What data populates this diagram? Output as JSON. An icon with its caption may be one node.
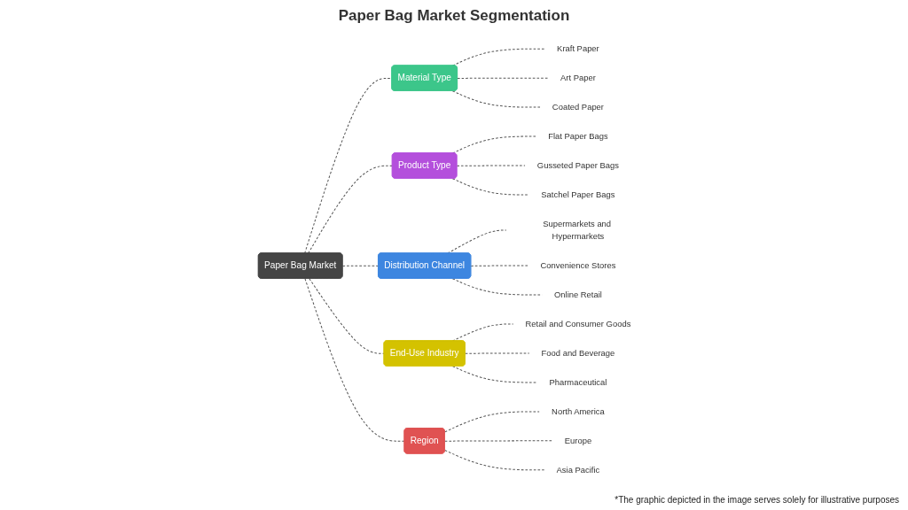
{
  "diagram": {
    "title": "Paper Bag Market Segmentation",
    "nodes": [
      {
        "text": [
          "Paper Bag Market"
        ]
      },
      {
        "text": [
          "Material Type"
        ]
      },
      {
        "text": [
          "Kraft Paper"
        ]
      },
      {
        "text": [
          "Art Paper"
        ]
      },
      {
        "text": [
          "Coated Paper"
        ]
      },
      {
        "text": [
          "Product Type"
        ]
      },
      {
        "text": [
          "Flat Paper Bags"
        ]
      },
      {
        "text": [
          "Gusseted Paper Bags"
        ]
      },
      {
        "text": [
          "Satchel Paper Bags"
        ]
      },
      {
        "text": [
          "Distribution Channel"
        ]
      },
      {
        "text": [
          "Supermarkets and Hypermarkets"
        ]
      },
      {
        "text": [
          "Convenience Stores"
        ]
      },
      {
        "text": [
          "Online Retail"
        ]
      },
      {
        "text": [
          "End-Use Industry"
        ]
      },
      {
        "text": [
          "Retail and Consumer Goods"
        ]
      },
      {
        "text": [
          "Food and Beverage"
        ]
      },
      {
        "text": [
          "Pharmaceutical"
        ]
      },
      {
        "text": [
          "Region"
        ]
      },
      {
        "text": [
          "North America"
        ]
      },
      {
        "text": [
          "Europe"
        ]
      },
      {
        "text": [
          "Asia Pacific"
        ]
      }
    ],
    "edges": [
      {
        "from": 0,
        "to": 1,
        "arrow": "none",
        "style": "dashed"
      },
      {
        "from": 1,
        "to": 2,
        "arrow": "none",
        "style": "dashed"
      },
      {
        "from": 1,
        "to": 3,
        "arrow": "none",
        "style": "dashed"
      },
      {
        "from": 1,
        "to": 4,
        "arrow": "none",
        "style": "dashed"
      },
      {
        "from": 0,
        "to": 5,
        "arrow": "none",
        "style": "dashed"
      },
      {
        "from": 5,
        "to": 6,
        "arrow": "none",
        "style": "dashed"
      },
      {
        "from": 5,
        "to": 7,
        "arrow": "none",
        "style": "dashed"
      },
      {
        "from": 5,
        "to": 8,
        "arrow": "none",
        "style": "dashed"
      },
      {
        "from": 0,
        "to": 9,
        "arrow": "none",
        "style": "dashed"
      },
      {
        "from": 9,
        "to": 10,
        "arrow": "none",
        "style": "dashed"
      },
      {
        "from": 9,
        "to": 11,
        "arrow": "none",
        "style": "dashed"
      },
      {
        "from": 9,
        "to": 12,
        "arrow": "none",
        "style": "dashed"
      },
      {
        "from": 0,
        "to": 13,
        "arrow": "none",
        "style": "dashed"
      },
      {
        "from": 13,
        "to": 14,
        "arrow": "none",
        "style": "dashed"
      },
      {
        "from": 13,
        "to": 15,
        "arrow": "none",
        "style": "dashed"
      },
      {
        "from": 13,
        "to": 16,
        "arrow": "none",
        "style": "dashed"
      },
      {
        "from": 0,
        "to": 17,
        "arrow": "none",
        "style": "dashed"
      },
      {
        "from": 17,
        "to": 18,
        "arrow": "none",
        "style": "dashed"
      },
      {
        "from": 17,
        "to": 19,
        "arrow": "none",
        "style": "dashed"
      },
      {
        "from": 17,
        "to": 20,
        "arrow": "none",
        "style": "dashed"
      }
    ],
    "labels": [
      "*The graphic depicted in the image serves solely for illustrative purposes"
    ]
  }
}
